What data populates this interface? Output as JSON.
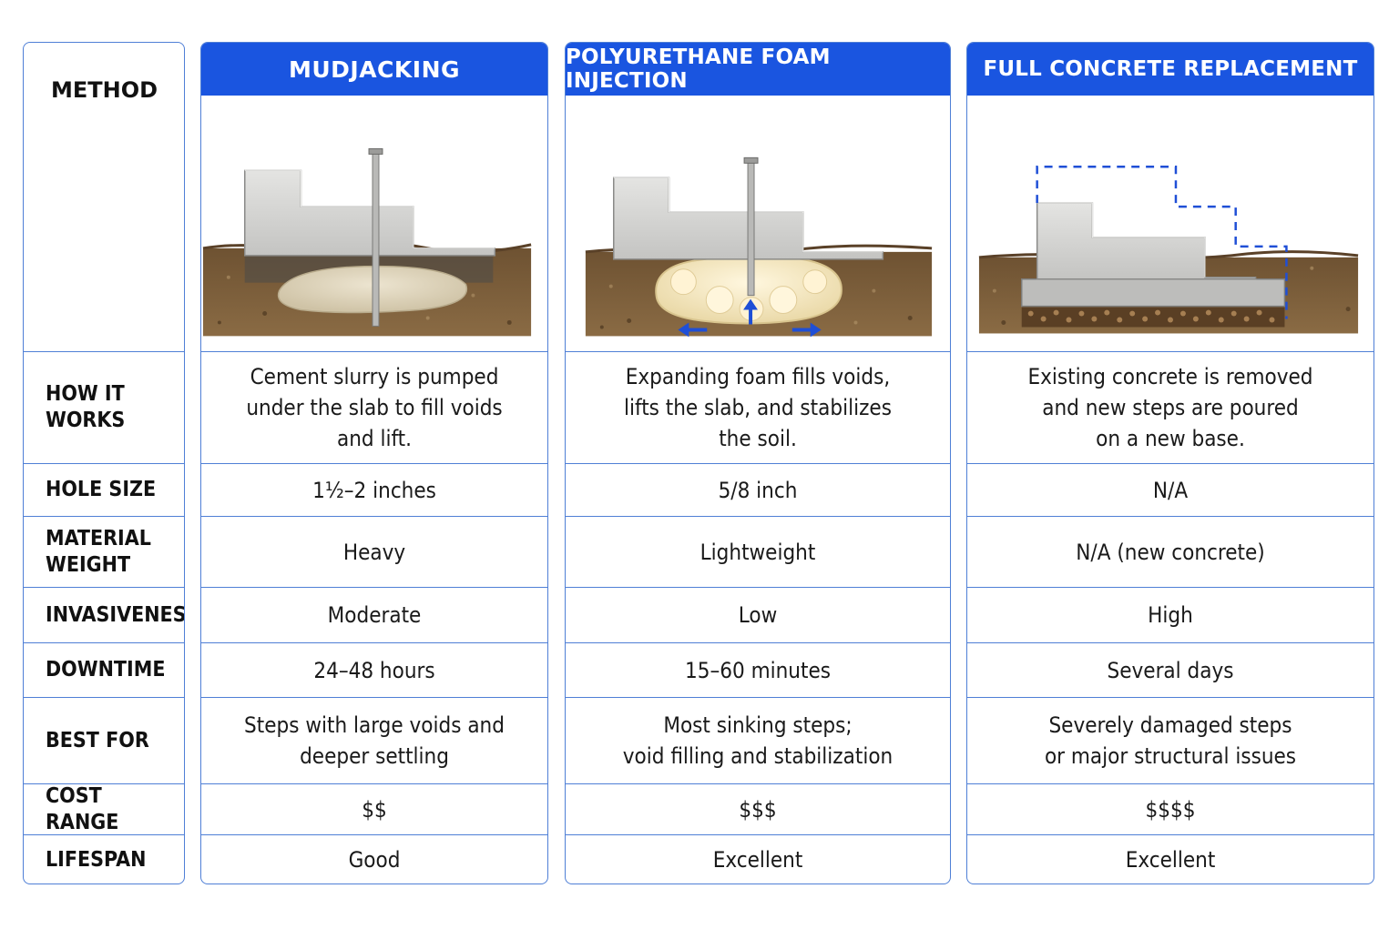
{
  "labels": {
    "method": "METHOD",
    "rows": [
      "HOW IT\nWORKS",
      "HOLE SIZE",
      "MATERIAL\nWEIGHT",
      "INVASIVENESS",
      "DOWNTIME",
      "BEST FOR",
      "COST RANGE",
      "LIFESPAN"
    ]
  },
  "methods": [
    {
      "name": "MUDJACKING",
      "illustration": "mudjacking-diagram",
      "values": [
        "Cement slurry is pumped\nunder the slab to fill voids\nand lift.",
        "1½–2 inches",
        "Heavy",
        "Moderate",
        "24–48 hours",
        "Steps with large voids and\ndeeper settling",
        "$$",
        "Good"
      ]
    },
    {
      "name": "POLYURETHANE FOAM INJECTION",
      "illustration": "foam-injection-diagram",
      "values": [
        "Expanding foam fills voids,\nlifts the slab, and stabilizes\nthe soil.",
        "5/8 inch",
        "Lightweight",
        "Low",
        "15–60 minutes",
        "Most sinking steps;\nvoid filling and stabilization",
        "$$$",
        "Excellent"
      ]
    },
    {
      "name": "FULL CONCRETE REPLACEMENT",
      "illustration": "replacement-diagram",
      "values": [
        "Existing concrete is removed\nand new steps are poured\non a new base.",
        "N/A",
        "N/A (new concrete)",
        "High",
        "Several days",
        "Severely damaged steps\nor major structural issues",
        "$$$$",
        "Excellent"
      ]
    }
  ],
  "colors": {
    "header": "#1a55e0",
    "border": "#4f7fd6",
    "arrow": "#1f4fd6",
    "soil": "#7a5d3a",
    "concrete": "#d6d6d4"
  }
}
